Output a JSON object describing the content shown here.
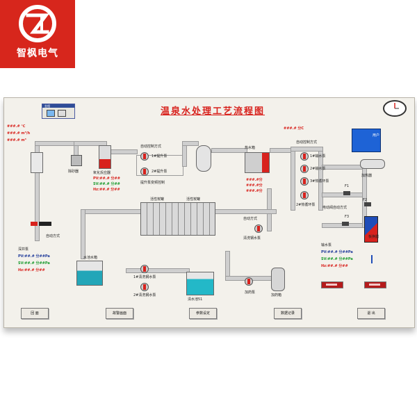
{
  "brand": {
    "name": "智枫电气",
    "logo_text": "ZL",
    "colors": {
      "brand": "#d7261c",
      "accent_red": "#d8221d",
      "accent_blue": "#1f3a9a",
      "accent_green": "#189a2c"
    }
  },
  "screen": {
    "title": "温泉水处理工艺流程图",
    "panel_title": "金相",
    "top_readouts": [
      "###.# ℃",
      "###.# m³/h",
      "###.# m³"
    ],
    "top_right_readout": "###.# 分C",
    "labels": {
      "sand_filter": "除砂器",
      "ozone_tank": "氧化反应器",
      "pump_1": "1#提升泵",
      "pump_2": "2#提升泵",
      "auto_mode": "自动控制方式",
      "backwash": "提升泵变频控制",
      "hot_tank": "热水箱",
      "hot_readouts": [
        "###.#分",
        "###.#分",
        "###.#分"
      ],
      "feed_pumps": [
        "1#输水泵",
        "2#输水泵",
        "3#热循环泵"
      ],
      "aux_pump": "2#热循环泵",
      "user": "用户",
      "water_heater": "加热器",
      "valve_f1": "F1",
      "valve_f2": "F2",
      "valve_f3": "F3",
      "electric_mode": "电动阀自动方式",
      "heat_exchanger": "板换器",
      "return_pump": "输水泵",
      "return_readouts": [
        "PV:##.# 分##Pa",
        "SV:##.# 分##Pa",
        "Hz:##.# 分##"
      ],
      "filters_left": "活性炭罐",
      "filters_right": "活性炭罐",
      "filter_wash_pump": "自动方式",
      "wash_pump": "清洗钢水泵",
      "clean_tank": "水池水箱",
      "pump_1_clean": "1#清洗钢水泵",
      "pump_2_clean": "2#清洗钢水泵",
      "clean_tank_2": "清水池51",
      "dosing_pump": "加药泵",
      "dosing_tank": "加药箱",
      "deep_well_pump": "深井泵",
      "deep_well_auto": "自动方式",
      "deep_well_readouts": [
        "PV:##.# 分##Pa",
        "SV:##.# 分##Pa",
        "Hz:##.# 分##"
      ],
      "inlet_readouts": [
        "PV:##.# 分##",
        "SV:##.# 分##",
        "Hz:##.# 分##"
      ]
    },
    "buttons": [
      "回 面",
      "故警画面",
      "参数设定",
      "数据记录",
      "退 出"
    ]
  }
}
